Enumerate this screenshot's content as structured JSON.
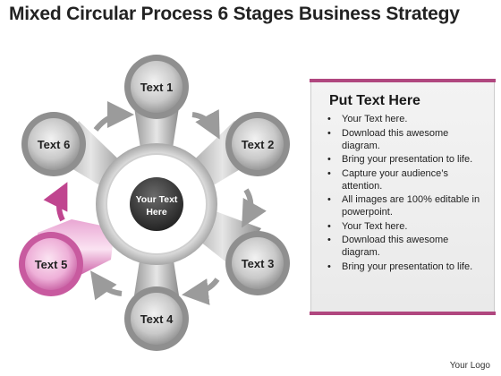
{
  "title": "Mixed Circular Process 6 Stages Business Strategy",
  "center": {
    "line1": "Your Text",
    "line2": "Here"
  },
  "stages": [
    {
      "label": "Text 1",
      "color": "#8a8a8a"
    },
    {
      "label": "Text 2",
      "color": "#8a8a8a"
    },
    {
      "label": "Text 3",
      "color": "#8a8a8a"
    },
    {
      "label": "Text 4",
      "color": "#8a8a8a"
    },
    {
      "label": "Text 5",
      "color": "#d35fae"
    },
    {
      "label": "Text 6",
      "color": "#8a8a8a"
    }
  ],
  "panel": {
    "heading": "Put Text Here",
    "bullets": [
      "Your Text here.",
      "Download this awesome diagram.",
      "Bring your presentation to life.",
      "Capture your audience’s attention.",
      "All images are 100% editable in powerpoint.",
      "Your Text here.",
      "Download this awesome diagram.",
      "Bring your presentation to life."
    ],
    "accent_color": "#b0477f"
  },
  "footer": {
    "logo": "Your Logo"
  }
}
